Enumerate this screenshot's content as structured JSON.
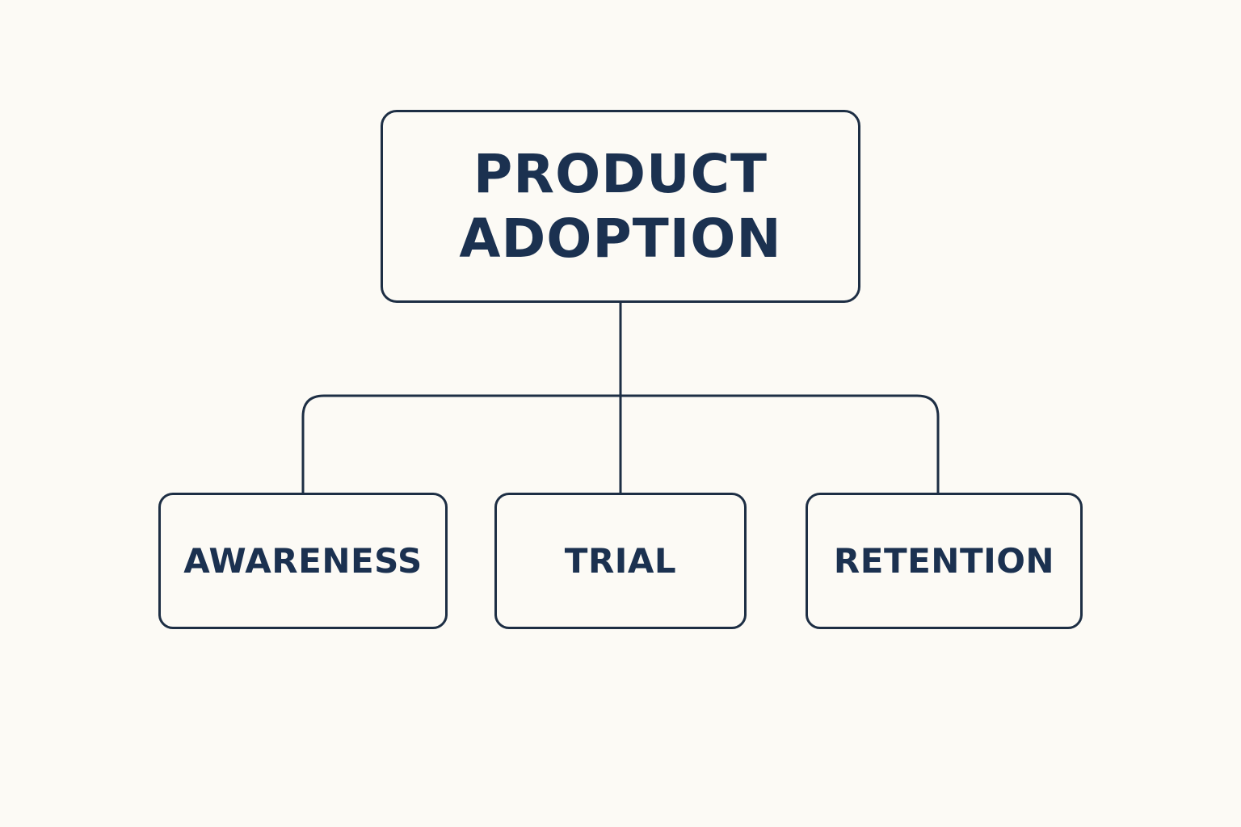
{
  "diagram": {
    "root": {
      "line1": "PRODUCT",
      "line2": "ADOPTION"
    },
    "children": [
      {
        "label": "AWARENESS"
      },
      {
        "label": "TRIAL"
      },
      {
        "label": "RETENTION"
      }
    ]
  },
  "colors": {
    "background": "#fcfaf5",
    "stroke": "#1d2e44",
    "text": "#1b3150"
  }
}
